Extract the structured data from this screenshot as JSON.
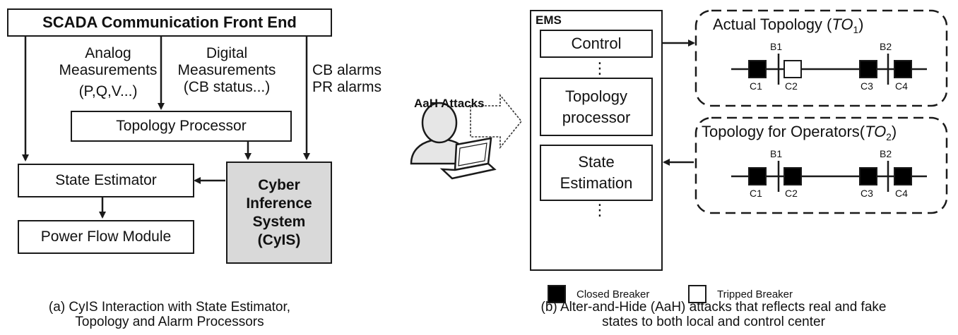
{
  "panel_a": {
    "scada_title": "SCADA Communication Front End",
    "analog_line1": "Analog",
    "analog_line2": "Measurements",
    "analog_line3": "(P,Q,V...)",
    "digital_line1": "Digital",
    "digital_line2": "Measurements",
    "digital_line3": "(CB status...)",
    "alarm_line1": "CB alarms",
    "alarm_line2": "PR alarms",
    "topology_processor": "Topology Processor",
    "state_estimator": "State Estimator",
    "power_flow": "Power Flow Module",
    "cyis_line1": "Cyber",
    "cyis_line2": "Inference",
    "cyis_line3": "System",
    "cyis_line4": "(CyIS)",
    "caption_line1": "(a) CyIS Interaction with State Estimator,",
    "caption_line2": "Topology and Alarm Processors"
  },
  "panel_b": {
    "attack_label": "AaH Attacks",
    "ems_label": "EMS",
    "control": "Control",
    "topology_line1": "Topology",
    "topology_line2": "processor",
    "state_line1": "State",
    "state_line2": "Estimation",
    "vdots": "⋮",
    "actual_title": "Actual Topology (",
    "actual_sym": "TO",
    "actual_sub": "1",
    "operators_title": "Topology for Operators(",
    "operators_sym": "TO",
    "operators_sub": "2",
    "close_paren": ")",
    "bus1": "B1",
    "bus2": "B2",
    "c1": "C1",
    "c2": "C2",
    "c3": "C3",
    "c4": "C4",
    "legend_closed": "Closed Breaker",
    "legend_tripped": "Tripped Breaker",
    "caption_line1": "(b) Alter-and-Hide (AaH) attacks that reflects real and fake",
    "caption_line2": "states to both local and control center"
  },
  "colors": {
    "line": "#1a1a1a",
    "cyis_fill": "#d9d9d9",
    "breaker_closed": "#000000",
    "breaker_tripped": "#ffffff",
    "user_fill": "#e6e6e6"
  },
  "icons": [
    "user-icon",
    "laptop-icon",
    "hollow-arrow-icon"
  ]
}
